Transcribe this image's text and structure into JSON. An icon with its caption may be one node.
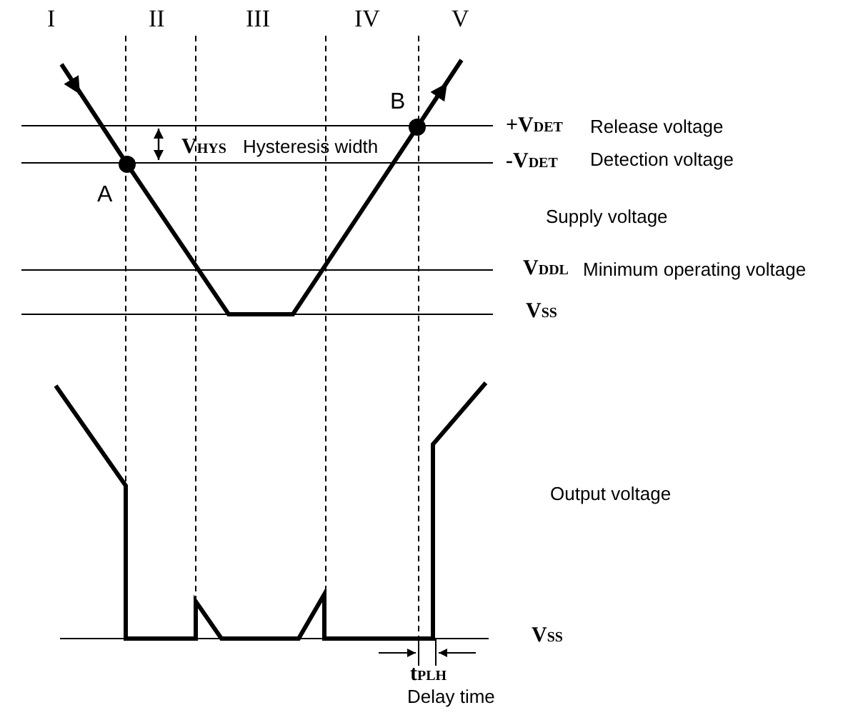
{
  "diagram": {
    "labels": [
      "I",
      "II",
      "III",
      "IV",
      "V",
      "B",
      "+V$_{DET}$",
      "Release voltage",
      "V$_{HYS}$",
      "Hysteresis width",
      "-V$_{DET}$",
      "Detection voltage",
      "A",
      "Supply voltage",
      "V$_{DDL}$",
      "Minimum operating voltage",
      "V$_{SS}$",
      "Output voltage",
      "V$_{SS}$",
      "t$_{PLH}$",
      "Delay time"
    ]
  }
}
